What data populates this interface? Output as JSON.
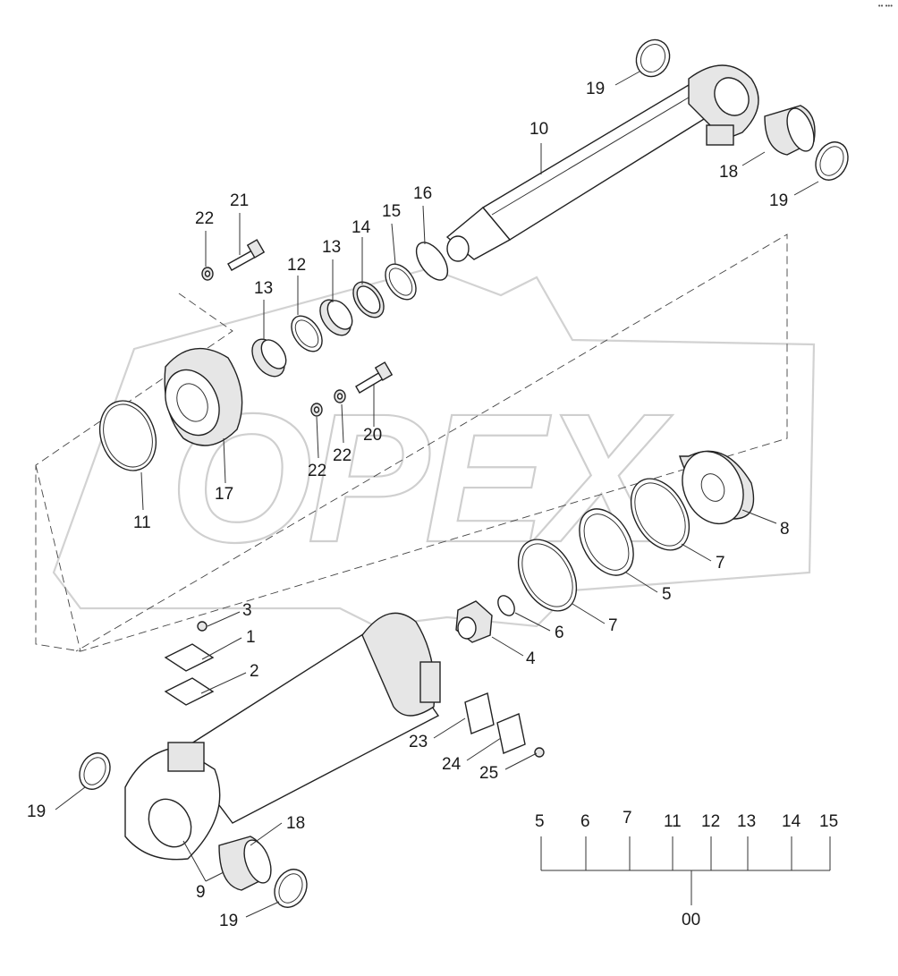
{
  "watermark": {
    "text": "OPEX"
  },
  "corner_mark": "•• •••",
  "callouts": {
    "c19a": "19",
    "c10": "10",
    "c18a": "18",
    "c19b": "19",
    "c21": "21",
    "c22a": "22",
    "c16": "16",
    "c15": "15",
    "c14": "14",
    "c13a": "13",
    "c12": "12",
    "c13b": "13",
    "c20": "20",
    "c22b": "22",
    "c22c": "22",
    "c17": "17",
    "c11": "11",
    "c8": "8",
    "c7a": "7",
    "c5": "5",
    "c7b": "7",
    "c6": "6",
    "c4": "4",
    "c3": "3",
    "c1": "1",
    "c2": "2",
    "c23": "23",
    "c24": "24",
    "c25": "25",
    "c19c": "19",
    "c18b": "18",
    "c9": "9",
    "c19d": "19"
  },
  "kit_tree": {
    "members": [
      "5",
      "6",
      "7",
      "11",
      "12",
      "13",
      "14",
      "15"
    ],
    "root": "00"
  }
}
